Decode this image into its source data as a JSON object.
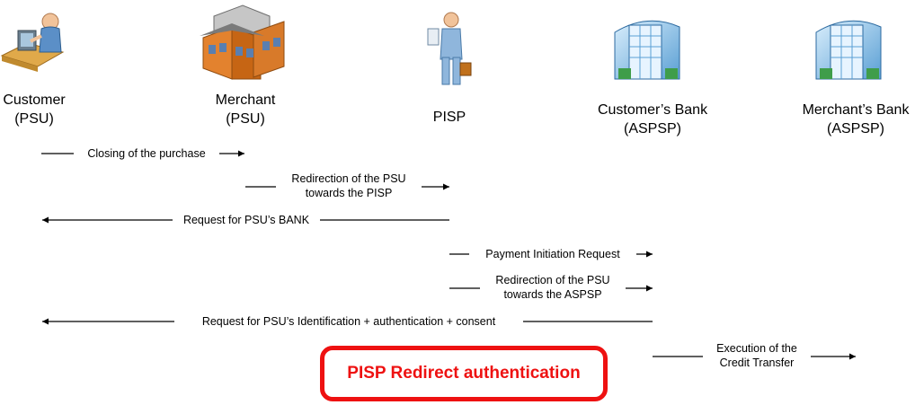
{
  "actors": {
    "customer": {
      "label": "Customer\n(PSU)",
      "icon": "person-at-computer-icon"
    },
    "merchant": {
      "label": "Merchant\n(PSU)",
      "icon": "store-buildings-icon"
    },
    "pisp": {
      "label": "PISP",
      "icon": "businessman-icon"
    },
    "customer_bank": {
      "label": "Customer’s Bank\n(ASPSP)",
      "icon": "bank-building-icon"
    },
    "merchant_bank": {
      "label": "Merchant’s Bank\n(ASPSP)",
      "icon": "bank-building-icon"
    }
  },
  "messages": [
    {
      "label": "Closing of the purchase",
      "from": "customer",
      "to": "merchant"
    },
    {
      "label": "Redirection of the PSU\ntowards the PISP",
      "from": "merchant",
      "to": "pisp"
    },
    {
      "label": "Request for PSU’s BANK",
      "from": "pisp",
      "to": "customer"
    },
    {
      "label": "Payment Initiation Request",
      "from": "pisp",
      "to": "customer_bank"
    },
    {
      "label": "Redirection of the PSU\ntowards the ASPSP",
      "from": "pisp",
      "to": "customer_bank"
    },
    {
      "label": "Request for PSU’s Identification + authentication + consent",
      "from": "customer_bank",
      "to": "customer"
    },
    {
      "label": "Execution of the\nCredit Transfer",
      "from": "customer_bank",
      "to": "merchant_bank"
    }
  ],
  "banner": {
    "title": "PISP Redirect authentication"
  },
  "colors": {
    "banner": "#ee1111",
    "arrow": "#000000"
  }
}
